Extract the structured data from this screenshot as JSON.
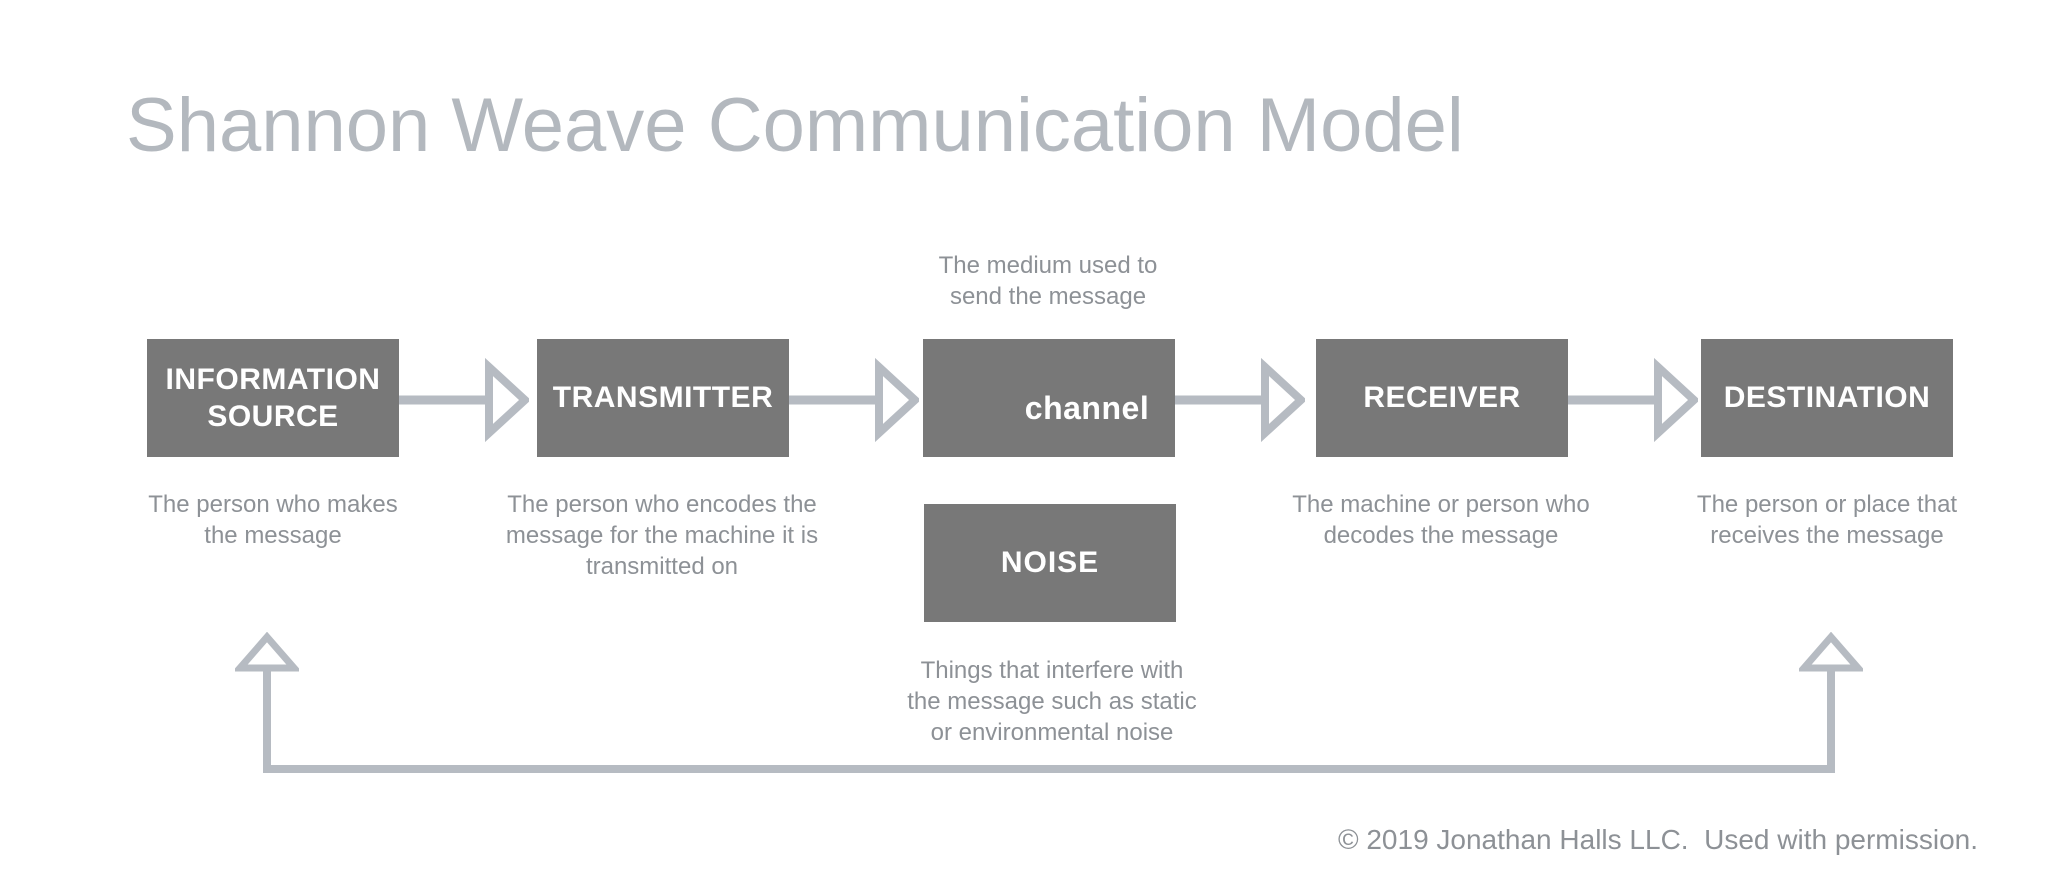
{
  "title": "Shannon Weave Communication Model",
  "channel_note": {
    "text": "The medium used to\nsend the message"
  },
  "nodes": [
    {
      "id": "information-source",
      "label": "INFORMATION\nSOURCE",
      "caption": "The person who makes\nthe message"
    },
    {
      "id": "transmitter",
      "label": "TRANSMITTER",
      "caption": "The person who encodes the\nmessage for the machine it is\ntransmitted on"
    },
    {
      "id": "channel",
      "label": "channel"
    },
    {
      "id": "receiver",
      "label": "RECEIVER",
      "caption": "The machine or person who\ndecodes the message"
    },
    {
      "id": "destination",
      "label": "DESTINATION",
      "caption": "The person or place that\nreceives the message"
    }
  ],
  "noise": {
    "label": "NOISE",
    "caption": "Things that interfere with\nthe message such as static\nor environmental noise"
  },
  "footer": {
    "copyright": "© 2019 Jonathan Halls LLC.  Used with permission."
  },
  "colors": {
    "bg": "#ffffff",
    "box-fill": "#787878",
    "box-text": "#ffffff",
    "title-color": "#b3b8be",
    "caption-color": "#8d9196",
    "arrow-color": "#b6bbc2",
    "copyright-color": "#8d9196"
  }
}
